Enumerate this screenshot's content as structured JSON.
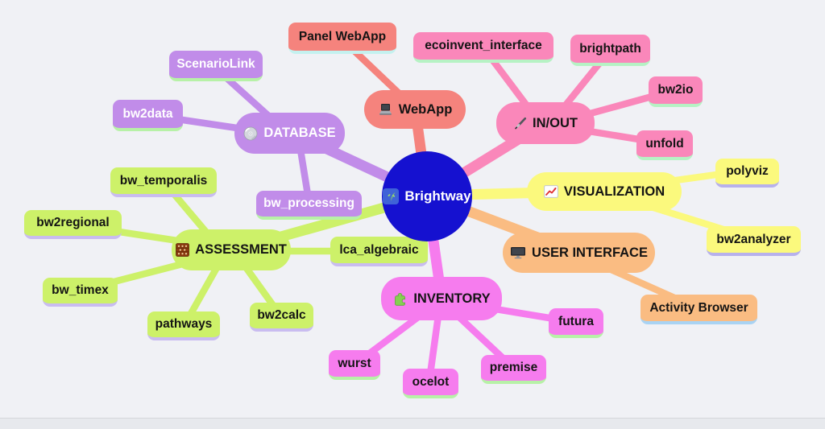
{
  "center": {
    "label": "Brightway"
  },
  "topics": [
    {
      "id": "database",
      "label": "DATABASE",
      "icon": "cd-icon",
      "color": "purple",
      "children": [
        "ScenarioLink",
        "bw2data",
        "bw_processing"
      ]
    },
    {
      "id": "webapp",
      "label": "WebApp",
      "icon": "laptop-icon",
      "color": "salmon",
      "children": [
        "Panel WebApp"
      ]
    },
    {
      "id": "in-out",
      "label": "IN/OUT",
      "icon": "pen-icon",
      "color": "pink",
      "children": [
        "ecoinvent_interface",
        "brightpath",
        "bw2io",
        "unfold"
      ]
    },
    {
      "id": "visualization",
      "label": "VISUALIZATION",
      "icon": "chart-icon",
      "color": "yellow",
      "children": [
        "polyviz",
        "bw2analyzer"
      ]
    },
    {
      "id": "user-interface",
      "label": "USER INTERFACE",
      "icon": "monitor-icon",
      "color": "orange",
      "children": [
        "Activity Browser"
      ]
    },
    {
      "id": "inventory",
      "label": "INVENTORY",
      "icon": "puzzle-icon",
      "color": "magenta",
      "children": [
        "wurst",
        "ocelot",
        "premise",
        "futura"
      ]
    },
    {
      "id": "assessment",
      "label": "ASSESSMENT",
      "icon": "abacus-icon",
      "color": "green",
      "children": [
        "bw_temporalis",
        "bw2regional",
        "bw_timex",
        "pathways",
        "bw2calc",
        "lca_algebraic"
      ]
    }
  ],
  "colors": {
    "purple": "#c18ce9",
    "salmon": "#f5837d",
    "pink": "#fa87ba",
    "yellow": "#fbf97d",
    "orange": "#fabc82",
    "magenta": "#f67cee",
    "green": "#cdf169",
    "blue": "#1511d0",
    "pale_green": "#b7f1a7",
    "pale_cyan": "#c4f1ef",
    "pale_mint": "#b6f2c4",
    "pale_purple": "#b7b1ec",
    "pale_blue": "#a9d3f3",
    "pale_lavender": "#c9bcf0",
    "bg": "#f0f1f5",
    "ink": "#141414"
  }
}
